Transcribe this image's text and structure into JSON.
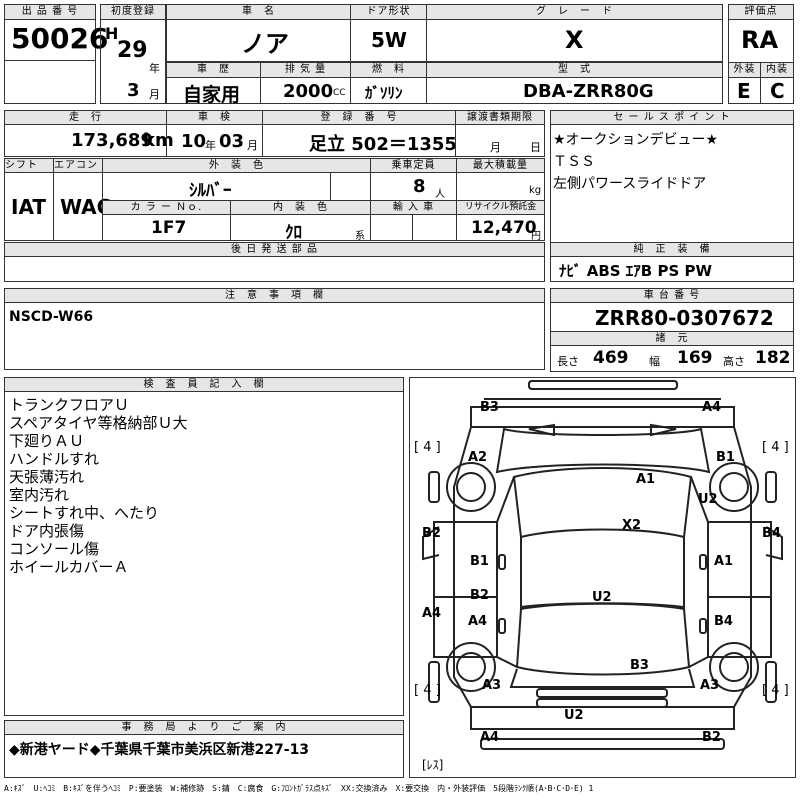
{
  "headers": {
    "lot_no": "出 品 番 号",
    "first_reg": "初度登録",
    "car_name": "車　名",
    "door": "ドア形状",
    "grade": "グ　レ　ー　ド",
    "score": "評価点",
    "history": "車　歴",
    "displacement": "排 気 量",
    "fuel": "燃　料",
    "model": "型　式",
    "ext": "外装",
    "int": "内装",
    "mileage": "走　行",
    "inspection": "車　検",
    "reg_no": "登　録　番　号",
    "transfer": "譲渡書類期限",
    "sales_point": "セ ー ル ス ポ イ ン ト",
    "shift": "シフト",
    "ac": "エアコン",
    "ext_color": "外　装　色",
    "capacity": "乗車定員",
    "max_load": "最大積載量",
    "color_no": "カ ラ ー Ｎｏ.",
    "int_color": "内　装　色",
    "import": "輸 入 車",
    "recycle": "リサイクル預託金",
    "later_parts": "後 日 発 送 部 品",
    "genuine": "純　正　装　備",
    "caution": "注　意　事　項　欄",
    "chassis": "車 台 番 号",
    "specs": "諸　元",
    "inspector": "検　査　員　記　入　欄",
    "office": "事　務　局　よ　り　ご　案　内"
  },
  "values": {
    "lot_no": "50026",
    "era": "H",
    "year": "29",
    "year_unit": "年",
    "month": "3",
    "month_unit": "月",
    "car_name": "ノア",
    "door": "5W",
    "grade": "X",
    "score": "RA",
    "history": "自家用",
    "displacement": "2000",
    "cc": "CC",
    "fuel": "ｶﾞｿﾘﾝ",
    "model": "DBA-ZRR80G",
    "ext_score": "E",
    "int_score": "C",
    "mileage": "173,689",
    "km": "km",
    "insp_year": "10",
    "insp_year_unit": "年",
    "insp_month": "03",
    "insp_month_unit": "月",
    "reg_no": "足立 502＝1355",
    "transfer_month": "月",
    "transfer_day": "日",
    "shift": "IAT",
    "ac": "WAC",
    "ext_color": "ｼﾙﾊﾞｰ",
    "capacity": "8",
    "capacity_unit": "人",
    "max_load_unit": "kg",
    "color_no": "1F7",
    "int_color": "ｸﾛ",
    "int_color_unit": "系",
    "recycle": "12,470",
    "recycle_unit": "円",
    "genuine": "ﾅﾋﾞ  ABS  ｴｱB  PS  PW",
    "caution": "NSCD-W66",
    "chassis": "ZRR80-0307672",
    "length_label": "長さ",
    "length": "469",
    "width_label": "幅",
    "width": "169",
    "height_label": "高さ",
    "height": "182",
    "office_note": "◆新港ヤード◆千葉県千葉市美浜区新港227-13",
    "legend": "A:ｷｽﾞ　U:ﾍｺﾐ　B:ｷｽﾞを伴うﾍｺﾐ　P:要塗装　W:補修跡　S:錆　C:腐食　G:ﾌﾛﾝﾄｶﾞﾗｽ点ｷｽﾞ　XX:交換済み　X:要交換　内・外装評価　5段階ﾗﾝｸ順(A･B･C･D･E) 1"
  },
  "sales_points": [
    "★オークションデビュー★",
    "ＴＳＳ",
    "左側パワースライドドア"
  ],
  "inspector_notes": [
    "トランクフロアＵ",
    "スペアタイヤ等格納部Ｕ大",
    "下廻りＡＵ",
    "ハンドルすれ",
    "天張薄汚れ",
    "室内汚れ",
    "シートすれ中、へたり",
    "ドア内張傷",
    "コンソール傷",
    "ホイールカバーＡ"
  ],
  "diagram": {
    "tires": [
      "[ 4 ]",
      "[ 4 ]",
      "[ 4 ]",
      "[ 4 ]"
    ],
    "spare": "[ﾚｽ]",
    "marks": [
      "B3",
      "A4",
      "A2",
      "B1",
      "A1",
      "U2",
      "X2",
      "B2",
      "B4",
      "B1",
      "A1",
      "U2",
      "B2",
      "A4",
      "A4",
      "B4",
      "B3",
      "A3",
      "A3",
      "U2",
      "A4",
      "B2"
    ]
  }
}
